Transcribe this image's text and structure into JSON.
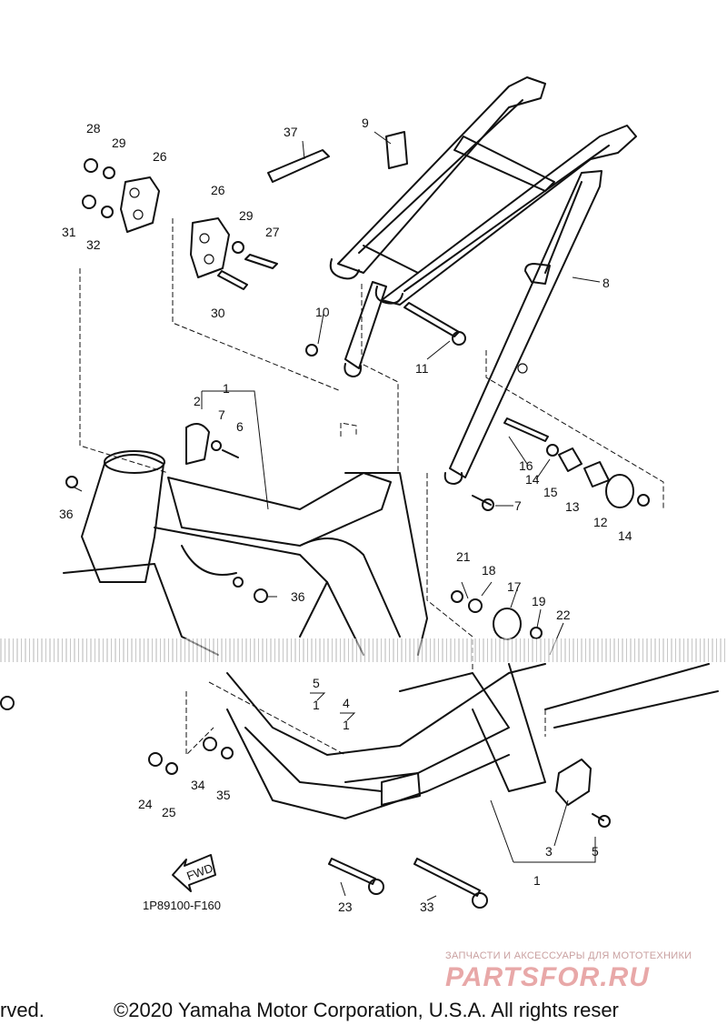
{
  "diagram": {
    "part_code": "1P89100-F160",
    "fwd_label": "FWD",
    "callouts": {
      "c1a": "1",
      "c1b": "1",
      "c1c": "1",
      "c1d": "1",
      "c2": "2",
      "c3": "3",
      "c4": "4",
      "c5a": "5",
      "c5b": "5",
      "c6": "6",
      "c7a": "7",
      "c7b": "7",
      "c8": "8",
      "c9": "9",
      "c10": "10",
      "c11": "11",
      "c12": "12",
      "c13": "13",
      "c14a": "14",
      "c14b": "14",
      "c15": "15",
      "c16": "16",
      "c17": "17",
      "c18": "18",
      "c19": "19",
      "c21": "21",
      "c22": "22",
      "c23": "23",
      "c24": "24",
      "c25": "25",
      "c26a": "26",
      "c26b": "26",
      "c27": "27",
      "c28": "28",
      "c29a": "29",
      "c29b": "29",
      "c30": "30",
      "c31": "31",
      "c32": "32",
      "c33": "33",
      "c34": "34",
      "c35": "35",
      "c36a": "36",
      "c36b": "36",
      "c37": "37"
    }
  },
  "watermark": {
    "tagline": "ЗАПЧАСТИ И АКСЕССУАРЫ ДЛЯ МОТОТЕХНИКИ",
    "brand": "PARTSFOR.RU"
  },
  "footer": {
    "left": "rved.",
    "right": "©2020 Yamaha Motor Corporation, U.S.A. All rights reser"
  }
}
